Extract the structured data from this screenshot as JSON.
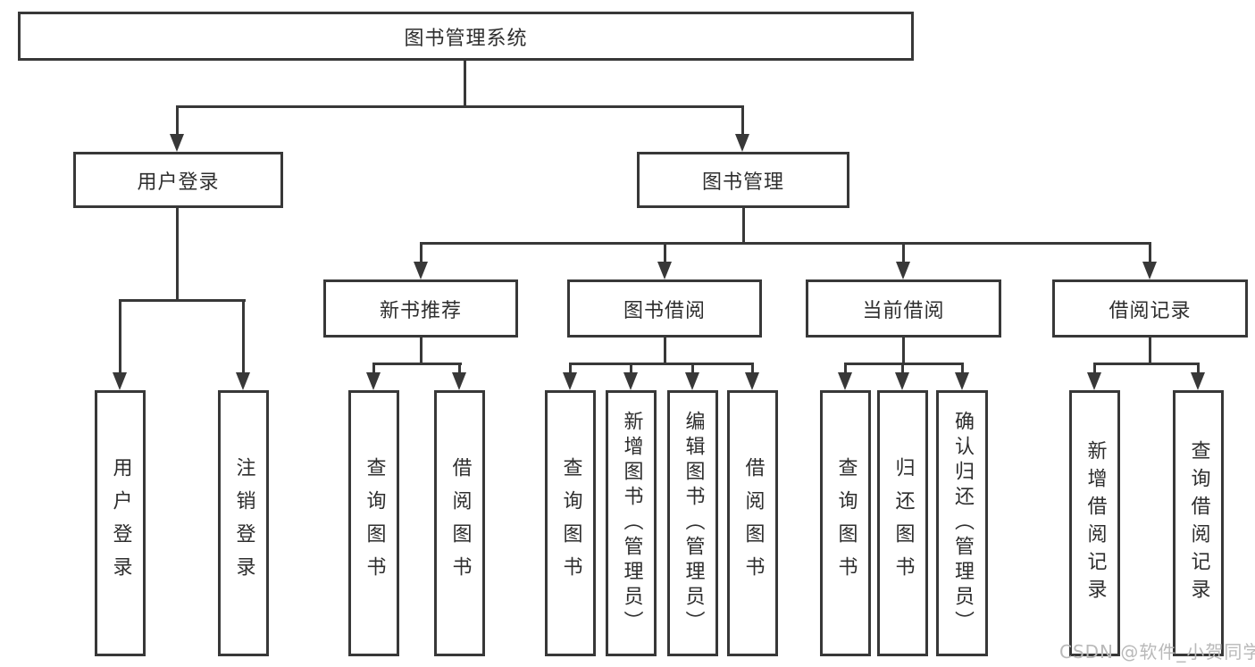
{
  "tree": {
    "root": {
      "label": "图书管理系统",
      "children": [
        {
          "label": "用户登录",
          "children": [
            {
              "label": "用户登录"
            },
            {
              "label": "注销登录"
            }
          ]
        },
        {
          "label": "图书管理",
          "children": [
            {
              "label": "新书推荐",
              "children": [
                {
                  "label": "查询图书"
                },
                {
                  "label": "借阅图书"
                }
              ]
            },
            {
              "label": "图书借阅",
              "children": [
                {
                  "label": "查询图书"
                },
                {
                  "label": "新增图书（管理员）"
                },
                {
                  "label": "编辑图书（管理员）"
                },
                {
                  "label": "借阅图书"
                }
              ]
            },
            {
              "label": "当前借阅",
              "children": [
                {
                  "label": "查询图书"
                },
                {
                  "label": "归还图书"
                },
                {
                  "label": "确认归还（管理员）"
                }
              ]
            },
            {
              "label": "借阅记录",
              "children": [
                {
                  "label": "新增借阅记录"
                },
                {
                  "label": "查询借阅记录"
                }
              ]
            }
          ]
        }
      ]
    }
  },
  "watermark": {
    "text": "CSDN @软件_小贺同学"
  },
  "colors": {
    "line": "#383838",
    "text": "#2e2e2e",
    "watermark": "#b9b9b9",
    "background": "#ffffff"
  }
}
